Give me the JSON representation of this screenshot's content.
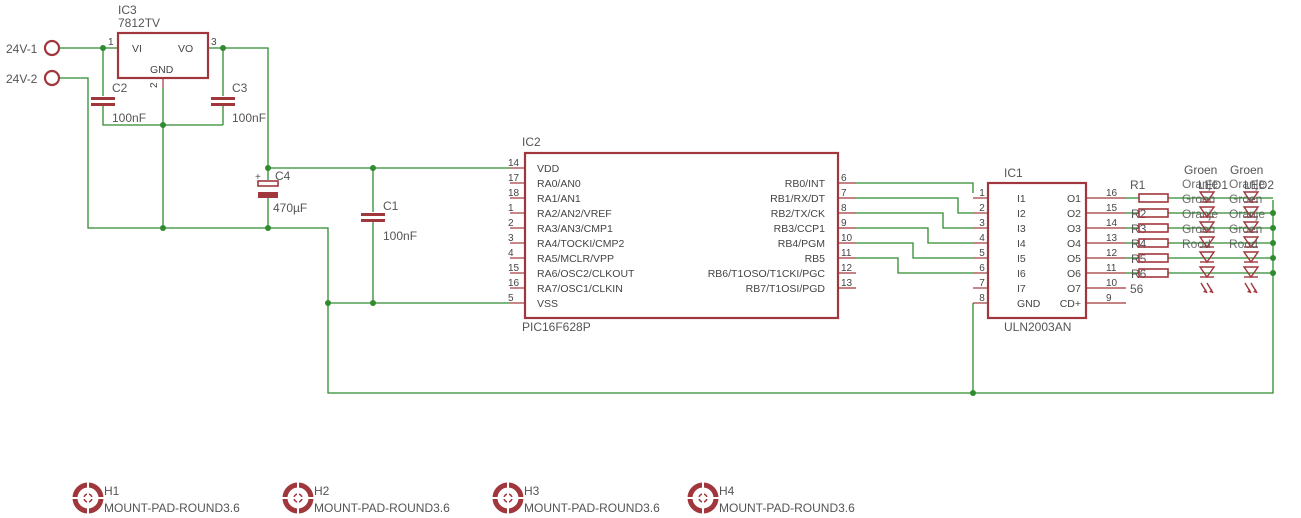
{
  "connectors": [
    {
      "label": "24V-1"
    },
    {
      "label": "24V-2"
    }
  ],
  "regulator": {
    "ref": "IC3",
    "value": "7812TV",
    "pins": {
      "vi": "VI",
      "vo": "VO",
      "gnd": "GND",
      "n1": "1",
      "n2": "2",
      "n3": "3"
    }
  },
  "capacitors": {
    "c2": {
      "ref": "C2",
      "value": "100nF"
    },
    "c3": {
      "ref": "C3",
      "value": "100nF"
    },
    "c4": {
      "ref": "C4",
      "value": "470µF"
    },
    "c1": {
      "ref": "C1",
      "value": "100nF"
    }
  },
  "mcu": {
    "ref": "IC2",
    "value": "PIC16F628P",
    "left_pins": [
      {
        "num": "14",
        "name": "VDD"
      },
      {
        "num": "17",
        "name": "RA0/AN0"
      },
      {
        "num": "18",
        "name": "RA1/AN1"
      },
      {
        "num": "1",
        "name": "RA2/AN2/VREF"
      },
      {
        "num": "2",
        "name": "RA3/AN3/CMP1"
      },
      {
        "num": "3",
        "name": "RA4/TOCKI/CMP2"
      },
      {
        "num": "4",
        "name": "RA5/MCLR/VPP"
      },
      {
        "num": "15",
        "name": "RA6/OSC2/CLKOUT"
      },
      {
        "num": "16",
        "name": "RA7/OSC1/CLKIN"
      },
      {
        "num": "5",
        "name": "VSS"
      }
    ],
    "right_pins": [
      {
        "num": "6",
        "name": "RB0/INT"
      },
      {
        "num": "7",
        "name": "RB1/RX/DT"
      },
      {
        "num": "8",
        "name": "RB2/TX/CK"
      },
      {
        "num": "9",
        "name": "RB3/CCP1"
      },
      {
        "num": "10",
        "name": "RB4/PGM"
      },
      {
        "num": "11",
        "name": "RB5"
      },
      {
        "num": "12",
        "name": "RB6/T1OSO/T1CKI/PGC"
      },
      {
        "num": "13",
        "name": "RB7/T1OSI/PGD"
      }
    ]
  },
  "driver": {
    "ref": "IC1",
    "value": "ULN2003AN",
    "left_pins": [
      {
        "num": "1",
        "name": "I1"
      },
      {
        "num": "2",
        "name": "I2"
      },
      {
        "num": "3",
        "name": "I3"
      },
      {
        "num": "4",
        "name": "I4"
      },
      {
        "num": "5",
        "name": "I5"
      },
      {
        "num": "6",
        "name": "I6"
      },
      {
        "num": "7",
        "name": "I7"
      },
      {
        "num": "8",
        "name": "GND"
      }
    ],
    "right_pins": [
      {
        "num": "16",
        "name": "O1"
      },
      {
        "num": "15",
        "name": "O2"
      },
      {
        "num": "14",
        "name": "O3"
      },
      {
        "num": "13",
        "name": "O4"
      },
      {
        "num": "12",
        "name": "O5"
      },
      {
        "num": "11",
        "name": "O6"
      },
      {
        "num": "10",
        "name": "O7"
      },
      {
        "num": "9",
        "name": "CD+"
      }
    ]
  },
  "resistors": {
    "ref_top": "R1",
    "labels": [
      "R2",
      "R3",
      "R4",
      "R5",
      "R6"
    ],
    "value": "56"
  },
  "leds": {
    "col1_title": "Groen",
    "col2_title": "Groen",
    "col1_ref": "LED1",
    "col2_ref": "LED2",
    "row_labels": [
      "Oranje",
      "Groen",
      "Oranje",
      "Groen",
      "Rood"
    ]
  },
  "mounting_holes": [
    {
      "ref": "H1",
      "value": "MOUNT-PAD-ROUND3.6"
    },
    {
      "ref": "H2",
      "value": "MOUNT-PAD-ROUND3.6"
    },
    {
      "ref": "H3",
      "value": "MOUNT-PAD-ROUND3.6"
    },
    {
      "ref": "H4",
      "value": "MOUNT-PAD-ROUND3.6"
    }
  ],
  "colors": {
    "symbol": "#a0373c",
    "wire": "#2e8b2e",
    "text": "#555555",
    "background": "#ffffff"
  }
}
